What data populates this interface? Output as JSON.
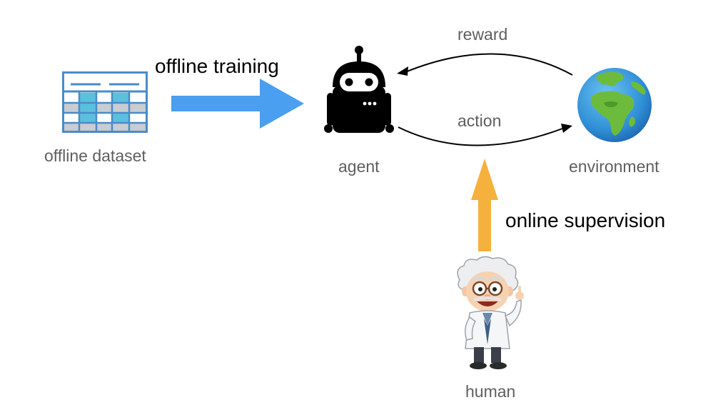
{
  "diagram": {
    "dataset_label": "offline dataset",
    "agent_label": "agent",
    "environment_label": "environment",
    "human_label": "human",
    "offline_training_label": "offline training",
    "online_supervision_label": "online supervision",
    "reward_label": "reward",
    "action_label": "action"
  },
  "icons": {
    "dataset": "spreadsheet-table-icon",
    "agent": "robot-icon",
    "environment": "globe-africa-icon",
    "human": "scientist-cartoon"
  },
  "colors": {
    "offline_arrow": "#4A9FF0",
    "online_arrow": "#F5B13D",
    "curved_arrows": "#000000",
    "label_gray": "#5f5f5f",
    "dataset_blue": "#4A8BC9",
    "dataset_cell_blue": "#5BC0DE",
    "dataset_cell_gray": "#C9CCD0"
  }
}
